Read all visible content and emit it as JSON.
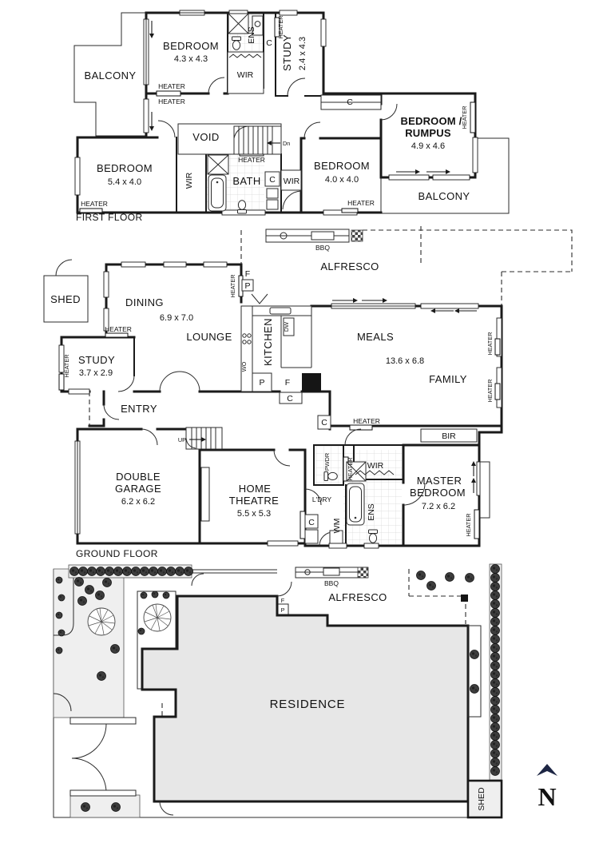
{
  "colors": {
    "residence_fill": "#e7e7e7",
    "compass": "#1d2644"
  },
  "titles": {
    "first_floor": "FIRST FLOOR",
    "ground_floor": "GROUND FLOOR"
  },
  "glossary": {
    "heater": "HEATER",
    "wir": "WIR",
    "ens": "ENS",
    "cupboard": "C",
    "pantry": "P",
    "fridge": "F",
    "dishwasher": "DW",
    "wall_oven": "WO",
    "washing_machine": "WM",
    "laundry": "L'DRY",
    "powder": "PWDR",
    "bath": "BATH",
    "void": "VOID",
    "balcony": "BALCONY",
    "alfresco": "ALFRESCO",
    "bbq": "BBQ",
    "bir": "BIR",
    "shed": "SHED",
    "entry": "ENTRY",
    "kitchen": "KITCHEN",
    "lounge": "LOUNGE",
    "family": "FAMILY",
    "up": "UP",
    "down": "Dn",
    "residence": "RESIDENCE",
    "compass_north": "N"
  },
  "first_floor": {
    "bedroom_1": {
      "name": "BEDROOM",
      "dims": "4.3 x 4.3"
    },
    "study": {
      "name": "STUDY",
      "dims": "2.4 x 4.3"
    },
    "bedroom_rumpus": {
      "line1": "BEDROOM /",
      "line2": "RUMPUS",
      "dims": "4.9 x 4.6"
    },
    "bedroom_2": {
      "name": "BEDROOM",
      "dims": "5.4 x 4.0"
    },
    "bedroom_3": {
      "name": "BEDROOM",
      "dims": "4.0 x 4.0"
    }
  },
  "ground_floor": {
    "dining": {
      "name": "DINING",
      "dims": "6.9 x 7.0"
    },
    "study": {
      "name": "STUDY",
      "dims": "3.7 x 2.9"
    },
    "meals": {
      "name": "MEALS",
      "dims": "13.6 x 6.8"
    },
    "double_garage": {
      "line1": "DOUBLE",
      "line2": "GARAGE",
      "dims": "6.2 x 6.2"
    },
    "home_theatre": {
      "line1": "HOME",
      "line2": "THEATRE",
      "dims": "5.5 x 5.3"
    },
    "master_bedroom": {
      "line1": "MASTER",
      "line2": "BEDROOM",
      "dims": "7.2 x 6.2"
    }
  }
}
